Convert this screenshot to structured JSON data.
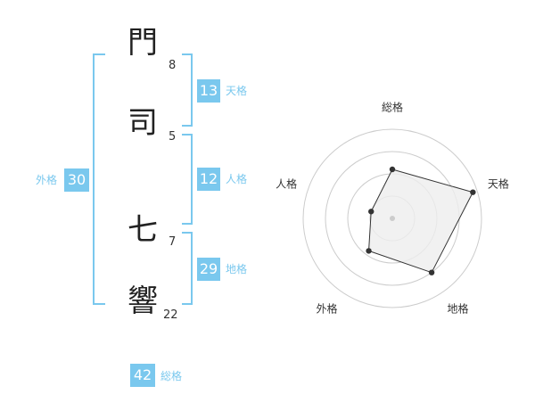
{
  "name": {
    "chars": [
      {
        "char": "門",
        "strokes": "8"
      },
      {
        "char": "司",
        "strokes": "5"
      },
      {
        "char": "七",
        "strokes": "7"
      },
      {
        "char": "響",
        "strokes": "22"
      }
    ]
  },
  "kakusu": {
    "tenkaku": {
      "value": "13",
      "label": "天格"
    },
    "jinkaku": {
      "value": "12",
      "label": "人格"
    },
    "chikaku": {
      "value": "29",
      "label": "地格"
    },
    "gaikaku": {
      "value": "30",
      "label": "外格"
    },
    "soukaku": {
      "value": "42",
      "label": "総格"
    }
  },
  "radar": {
    "axes": [
      "総格",
      "天格",
      "地格",
      "外格",
      "人格"
    ],
    "values": [
      0.55,
      0.95,
      0.75,
      0.45,
      0.25
    ],
    "colors": {
      "grid": "#cccccc",
      "fill": "#eeeeee",
      "line": "#333333",
      "point": "#333333",
      "center": "#cccccc"
    }
  }
}
